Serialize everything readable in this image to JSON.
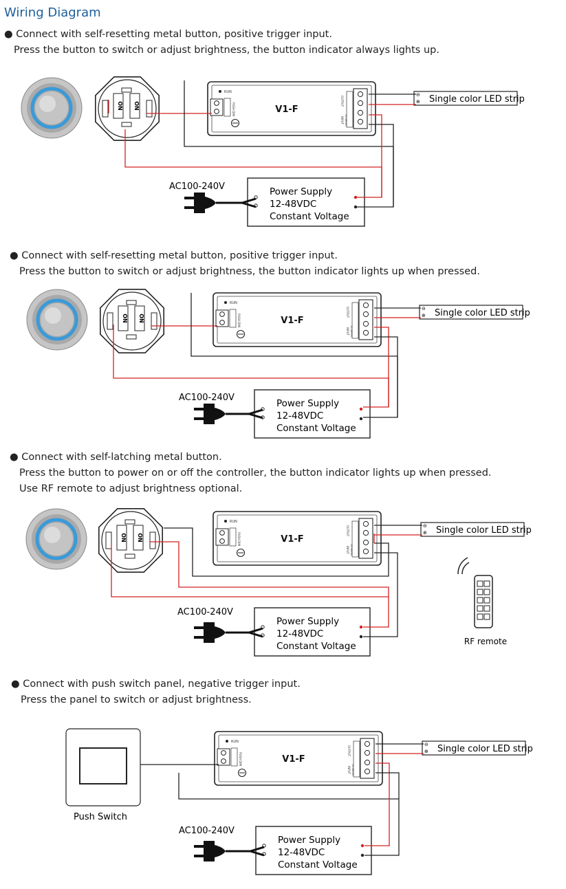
{
  "title": "Wiring Diagram",
  "sections": [
    {
      "lines": [
        "● Connect with self-resetting metal button, positive trigger input.",
        " Press the button to switch or adjust brightness, the button indicator always lights up."
      ]
    },
    {
      "lines": [
        "● Connect with self-resetting metal button, positive trigger input.",
        " Press the button to switch or adjust brightness, the button indicator lights up when pressed."
      ]
    },
    {
      "lines": [
        "● Connect with self-latching metal button.",
        " Press the button to power on or off the controller, the button indicator lights up when pressed.",
        " Use RF remote to adjust brightness optional."
      ]
    },
    {
      "lines": [
        "● Connect with push switch panel, negative trigger input.",
        " Press the panel to switch or adjust brightness."
      ]
    }
  ],
  "labels": {
    "controller": "V1-F",
    "led_strip": "Single color LED strip",
    "ac_input": "AC100-240V",
    "psu_line1": "Power Supply",
    "psu_line2": "12-48VDC",
    "psu_line3": "Constant Voltage",
    "on": "ON",
    "rf_remote": "RF remote",
    "push_switch": "Push Switch",
    "run": "RUN",
    "output": "OUTPUT",
    "input": "INPUT",
    "push_dim": "PUSH DIM",
    "input_voltage": "12-48VDC"
  },
  "colors": {
    "title": "#1d5f9a",
    "wire_red": "#d42020",
    "wire_black": "#222222",
    "button_ring": "#3a9ad9"
  }
}
